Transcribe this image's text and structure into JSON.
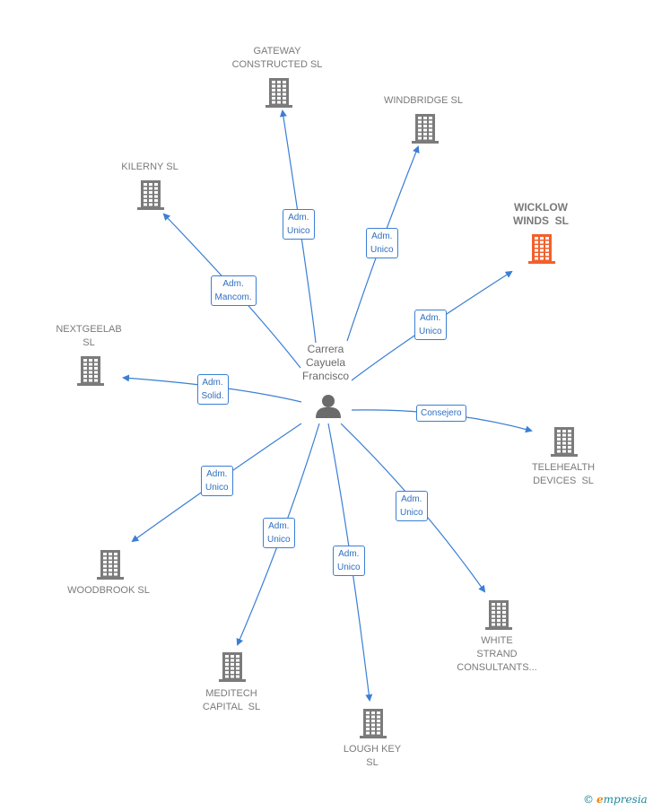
{
  "center": {
    "name_lines": [
      "Carrera",
      "Cayuela",
      "Francisco"
    ]
  },
  "colors": {
    "edge": "#3a7fd5",
    "building": "#7b7b7b",
    "highlight": "#f2602d"
  },
  "companies": [
    {
      "id": "gateway",
      "lines": [
        "GATEWAY",
        "CONSTRUCTED SL"
      ],
      "highlight": false
    },
    {
      "id": "windbridge",
      "lines": [
        "WINDBRIDGE SL"
      ],
      "highlight": false
    },
    {
      "id": "kilerny",
      "lines": [
        "KILERNY SL"
      ],
      "highlight": false
    },
    {
      "id": "wicklow",
      "lines": [
        "WICKLOW",
        "WINDS  SL"
      ],
      "highlight": true
    },
    {
      "id": "nextgeelab",
      "lines": [
        "NEXTGEELAB",
        "SL"
      ],
      "highlight": false
    },
    {
      "id": "telehealth",
      "lines": [
        "TELEHEALTH",
        "DEVICES  SL"
      ],
      "highlight": false
    },
    {
      "id": "woodbrook",
      "lines": [
        "WOODBROOK SL"
      ],
      "highlight": false
    },
    {
      "id": "white",
      "lines": [
        "WHITE",
        "STRAND",
        "CONSULTANTS..."
      ],
      "highlight": false
    },
    {
      "id": "meditech",
      "lines": [
        "MEDITECH",
        "CAPITAL  SL"
      ],
      "highlight": false
    },
    {
      "id": "loughkey",
      "lines": [
        "LOUGH KEY",
        "SL"
      ],
      "highlight": false
    }
  ],
  "relations": [
    {
      "target": "gateway",
      "lines": [
        "Adm.",
        "Unico"
      ]
    },
    {
      "target": "windbridge",
      "lines": [
        "Adm.",
        "Unico"
      ]
    },
    {
      "target": "kilerny",
      "lines": [
        "Adm.",
        "Mancom."
      ]
    },
    {
      "target": "wicklow",
      "lines": [
        "Adm.",
        "Unico"
      ]
    },
    {
      "target": "nextgeelab",
      "lines": [
        "Adm.",
        "Solid."
      ]
    },
    {
      "target": "telehealth",
      "lines": [
        "Consejero"
      ]
    },
    {
      "target": "woodbrook",
      "lines": [
        "Adm.",
        "Unico"
      ]
    },
    {
      "target": "white",
      "lines": [
        "Adm.",
        "Unico"
      ]
    },
    {
      "target": "meditech",
      "lines": [
        "Adm.",
        "Unico"
      ]
    },
    {
      "target": "loughkey",
      "lines": [
        "Adm.",
        "Unico"
      ]
    }
  ],
  "footer": {
    "copyright": "©",
    "brand_first": "e",
    "brand_rest": "mpresia"
  }
}
